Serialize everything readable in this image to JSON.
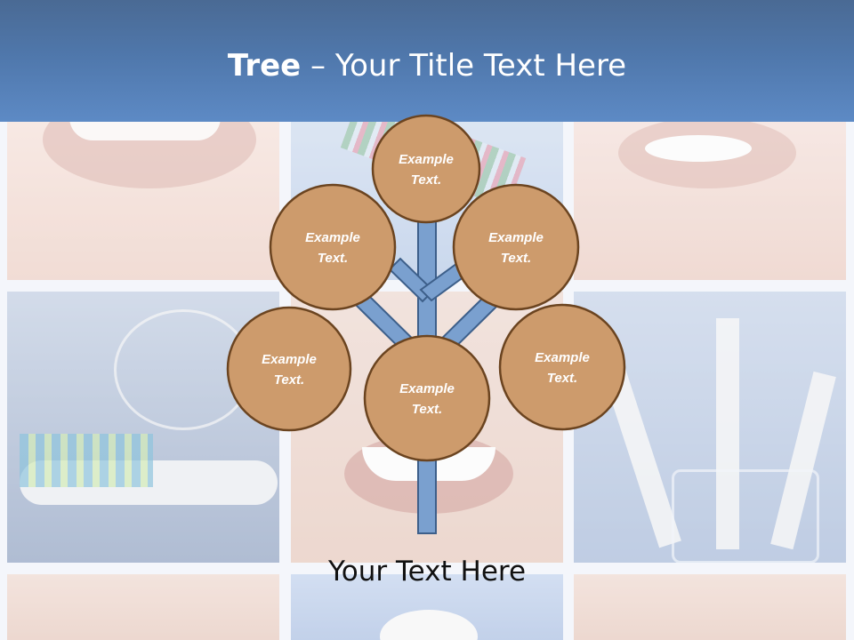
{
  "slide": {
    "title_bold": "Tree",
    "title_rest": " – Your Title Text Here",
    "caption": "Your Text Here"
  },
  "tree": {
    "nodes": [
      {
        "name": "node-top",
        "line1": "Example",
        "line2": "Text."
      },
      {
        "name": "node-upper-left",
        "line1": "Example",
        "line2": "Text."
      },
      {
        "name": "node-upper-right",
        "line1": "Example",
        "line2": "Text."
      },
      {
        "name": "node-lower-left",
        "line1": "Example",
        "line2": "Text."
      },
      {
        "name": "node-center",
        "line1": "Example",
        "line2": "Text."
      },
      {
        "name": "node-lower-right",
        "line1": "Example",
        "line2": "Text."
      }
    ]
  },
  "colors": {
    "title_bar": "#4f77ab",
    "node_fill": "#cd9b6c",
    "node_stroke": "#6b4420",
    "branch_fill": "#7aa0cf",
    "branch_stroke": "#3d5f8a"
  },
  "background": {
    "images": [
      "smiling-lips-photo",
      "toothbrush-photo",
      "smile-photo",
      "dental-floss-photo",
      "woman-smiling-photo",
      "toothbrushes-in-glass-photo"
    ]
  }
}
